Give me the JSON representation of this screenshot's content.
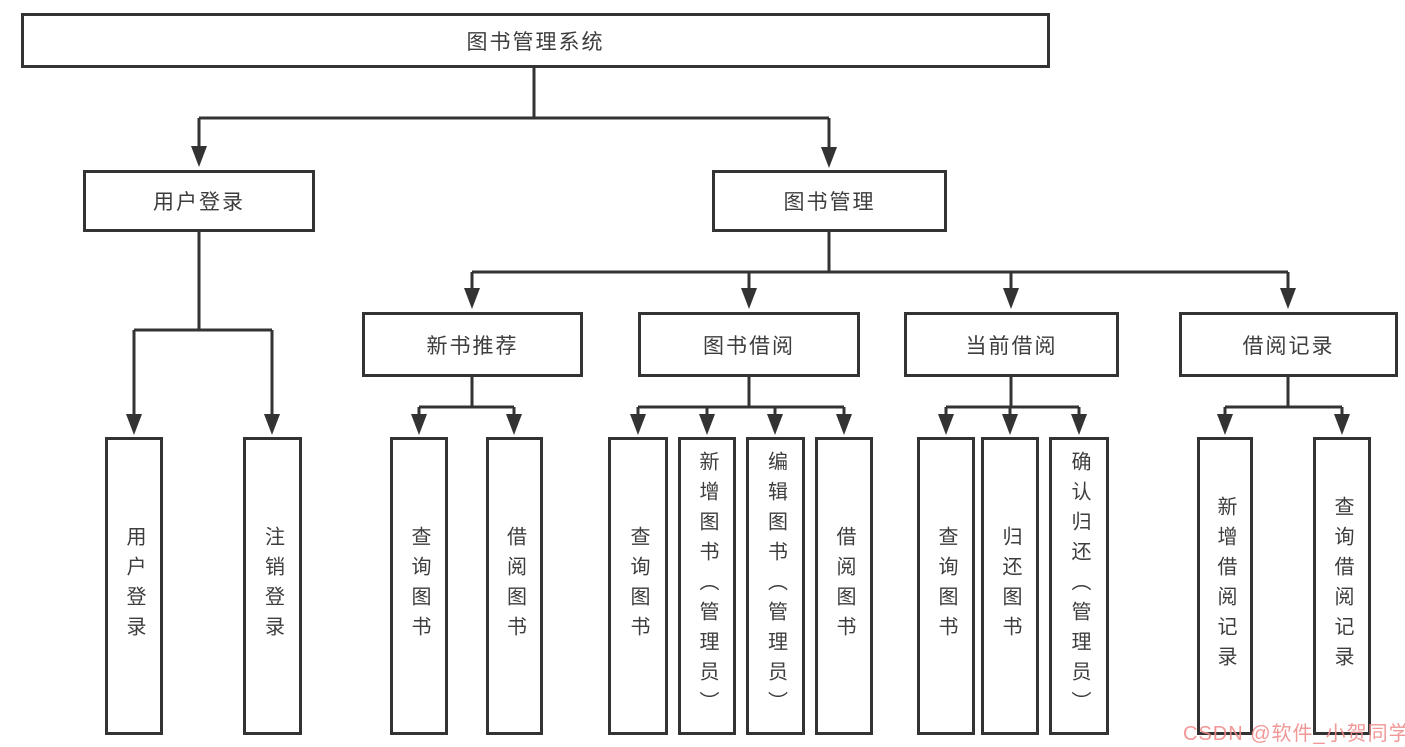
{
  "diagram": {
    "root": {
      "label": "图书管理系统"
    },
    "login": {
      "label": "用户登录",
      "children": [
        {
          "label": "用户登录"
        },
        {
          "label": "注销登录"
        }
      ]
    },
    "management": {
      "label": "图书管理",
      "sections": [
        {
          "label": "新书推荐",
          "children": [
            {
              "label": "查询图书"
            },
            {
              "label": "借阅图书"
            }
          ]
        },
        {
          "label": "图书借阅",
          "children": [
            {
              "label": "查询图书"
            },
            {
              "label": "新增图书（管理员）"
            },
            {
              "label": "编辑图书（管理员）"
            },
            {
              "label": "借阅图书"
            }
          ]
        },
        {
          "label": "当前借阅",
          "children": [
            {
              "label": "查询图书"
            },
            {
              "label": "归还图书"
            },
            {
              "label": "确认归还（管理员）"
            }
          ]
        },
        {
          "label": "借阅记录",
          "children": [
            {
              "label": "新增借阅记录"
            },
            {
              "label": "查询借阅记录"
            }
          ]
        }
      ]
    }
  },
  "watermark": {
    "text": "CSDN @软件_小贺同学"
  },
  "colors": {
    "line": "#333333",
    "text": "#3d3d3d",
    "watermark": "#ef8c8c",
    "background": "#ffffff"
  }
}
